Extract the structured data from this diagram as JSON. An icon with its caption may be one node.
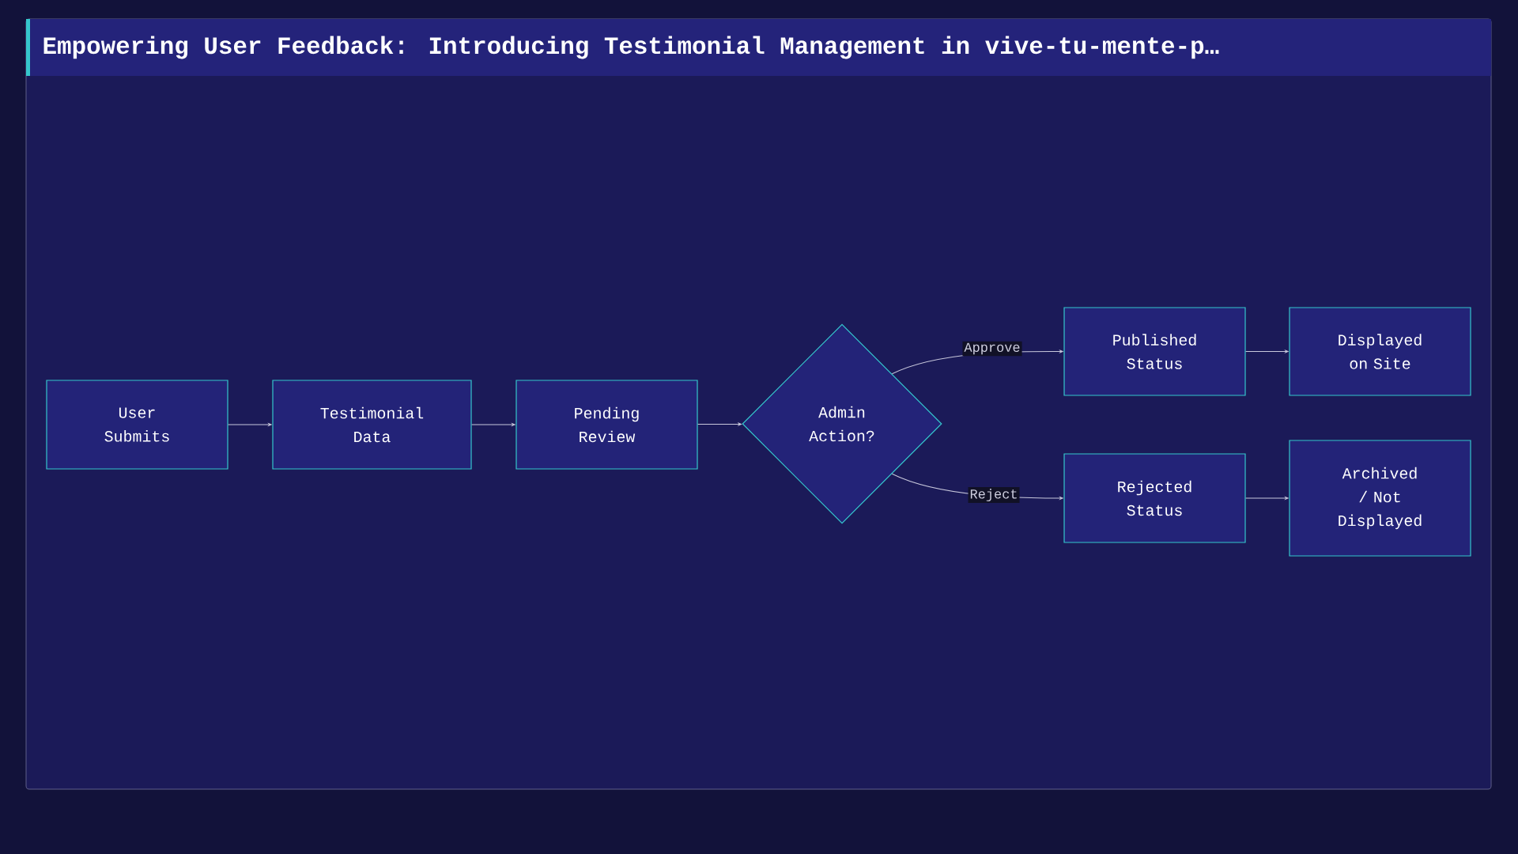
{
  "diagram": {
    "title": "Empowering User Feedback: Introducing Testimonial Management in vive-tu-mente-p…",
    "nodes": [
      {
        "text": [
          "User Submits"
        ]
      },
      {
        "text": [
          "Testimonial Data"
        ]
      },
      {
        "text": [
          "Pending Review"
        ]
      },
      {
        "text": [
          "Admin Action?"
        ]
      },
      {
        "text": [
          "Published Status"
        ]
      },
      {
        "text": [
          "Displayed on Site"
        ]
      },
      {
        "text": [
          "Rejected Status"
        ]
      },
      {
        "text": [
          "Archived / Not Displayed"
        ]
      }
    ],
    "edges": [
      {
        "from": 0,
        "to": 1,
        "arrow": "to"
      },
      {
        "from": 1,
        "to": 2,
        "arrow": "to"
      },
      {
        "from": 2,
        "to": 3,
        "arrow": "to"
      },
      {
        "from": 3,
        "to": 4,
        "arrow": "to",
        "label": "Approve"
      },
      {
        "from": 3,
        "to": 6,
        "arrow": "to",
        "label": "Reject"
      },
      {
        "from": 4,
        "to": 5,
        "arrow": "to"
      },
      {
        "from": 6,
        "to": 7,
        "arrow": "to"
      }
    ]
  }
}
